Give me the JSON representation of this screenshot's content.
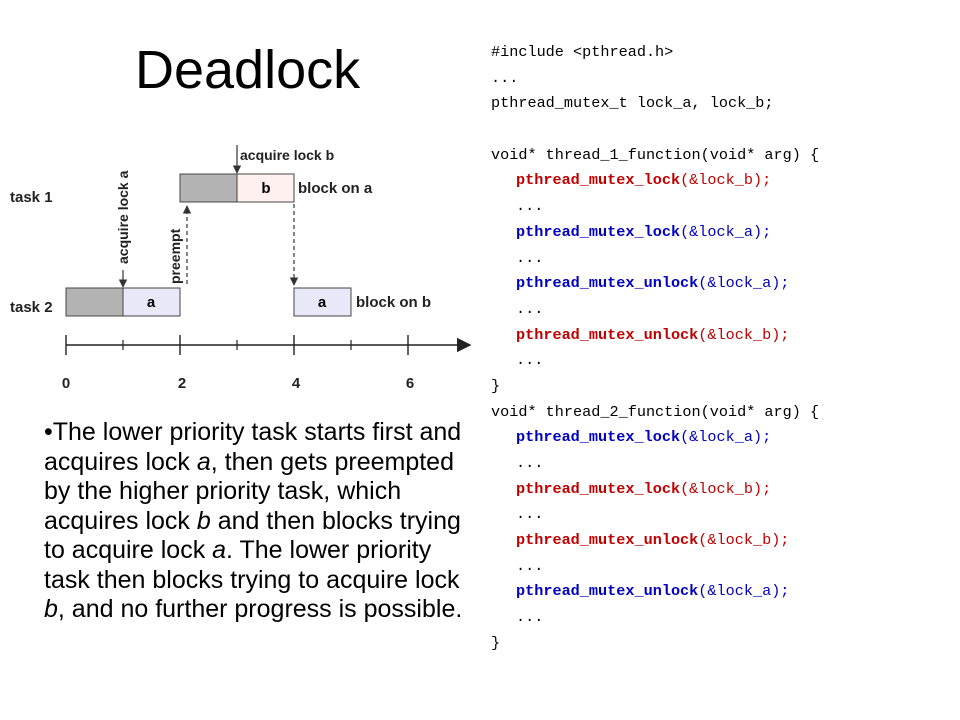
{
  "slide": {
    "title": "Deadlock",
    "bullet": [
      {
        "t": "•The lower priority task starts first and acquires lock ",
        "i": false
      },
      {
        "t": "a",
        "i": true
      },
      {
        "t": ", then gets preempted by the higher priority task, which acquires lock ",
        "i": false
      },
      {
        "t": "b",
        "i": true
      },
      {
        "t": " and then blocks trying to acquire lock ",
        "i": false
      },
      {
        "t": "a",
        "i": true
      },
      {
        "t": ". The lower priority task then blocks trying to acquire lock ",
        "i": false
      },
      {
        "t": "b",
        "i": true
      },
      {
        "t": ", and no further progress is possible.",
        "i": false
      }
    ]
  },
  "diagram": {
    "rows": [
      "task 1",
      "task 2"
    ],
    "ticks": [
      "0",
      "2",
      "4",
      "6"
    ],
    "labels": {
      "acquire_a": "acquire lock a",
      "preempt": "preempt",
      "acquire_b": "acquire lock b",
      "block_a": "block on a",
      "block_b": "block on b",
      "box_b": "b",
      "box_a1": "a",
      "box_a2": "a"
    },
    "colors": {
      "gray": "#b3b3b3",
      "pink": "#fff0f0",
      "lavender": "#e8e8f8",
      "line": "#333333"
    }
  },
  "code": [
    {
      "kind": "plain",
      "text": "#include <pthread.h>"
    },
    {
      "kind": "plain",
      "text": "..."
    },
    {
      "kind": "plain",
      "text": "pthread_mutex_t lock_a, lock_b;"
    },
    {
      "kind": "blank"
    },
    {
      "kind": "plain",
      "text": "void* thread_1_function(void* arg) {"
    },
    {
      "kind": "call",
      "fn": "pthread_mutex_lock",
      "arg": "(&lock_b);",
      "color": "red"
    },
    {
      "kind": "indent",
      "text": "..."
    },
    {
      "kind": "call",
      "fn": "pthread_mutex_lock",
      "arg": "(&lock_a);",
      "color": "blue"
    },
    {
      "kind": "indent",
      "text": "..."
    },
    {
      "kind": "call",
      "fn": "pthread_mutex_unlock",
      "arg": "(&lock_a);",
      "color": "blue"
    },
    {
      "kind": "indent",
      "text": "..."
    },
    {
      "kind": "call",
      "fn": "pthread_mutex_unlock",
      "arg": "(&lock_b);",
      "color": "red"
    },
    {
      "kind": "indent",
      "text": "..."
    },
    {
      "kind": "plain",
      "text": "}"
    },
    {
      "kind": "plain",
      "text": "void* thread_2_function(void* arg) {"
    },
    {
      "kind": "call",
      "fn": "pthread_mutex_lock",
      "arg": "(&lock_a);",
      "color": "blue"
    },
    {
      "kind": "indent",
      "text": "..."
    },
    {
      "kind": "call",
      "fn": "pthread_mutex_lock",
      "arg": "(&lock_b);",
      "color": "red"
    },
    {
      "kind": "indent",
      "text": "..."
    },
    {
      "kind": "call",
      "fn": "pthread_mutex_unlock",
      "arg": "(&lock_b);",
      "color": "red"
    },
    {
      "kind": "indent",
      "text": "..."
    },
    {
      "kind": "call",
      "fn": "pthread_mutex_unlock",
      "arg": "(&lock_a);",
      "color": "blue"
    },
    {
      "kind": "indent",
      "text": "..."
    },
    {
      "kind": "plain",
      "text": "}"
    }
  ]
}
